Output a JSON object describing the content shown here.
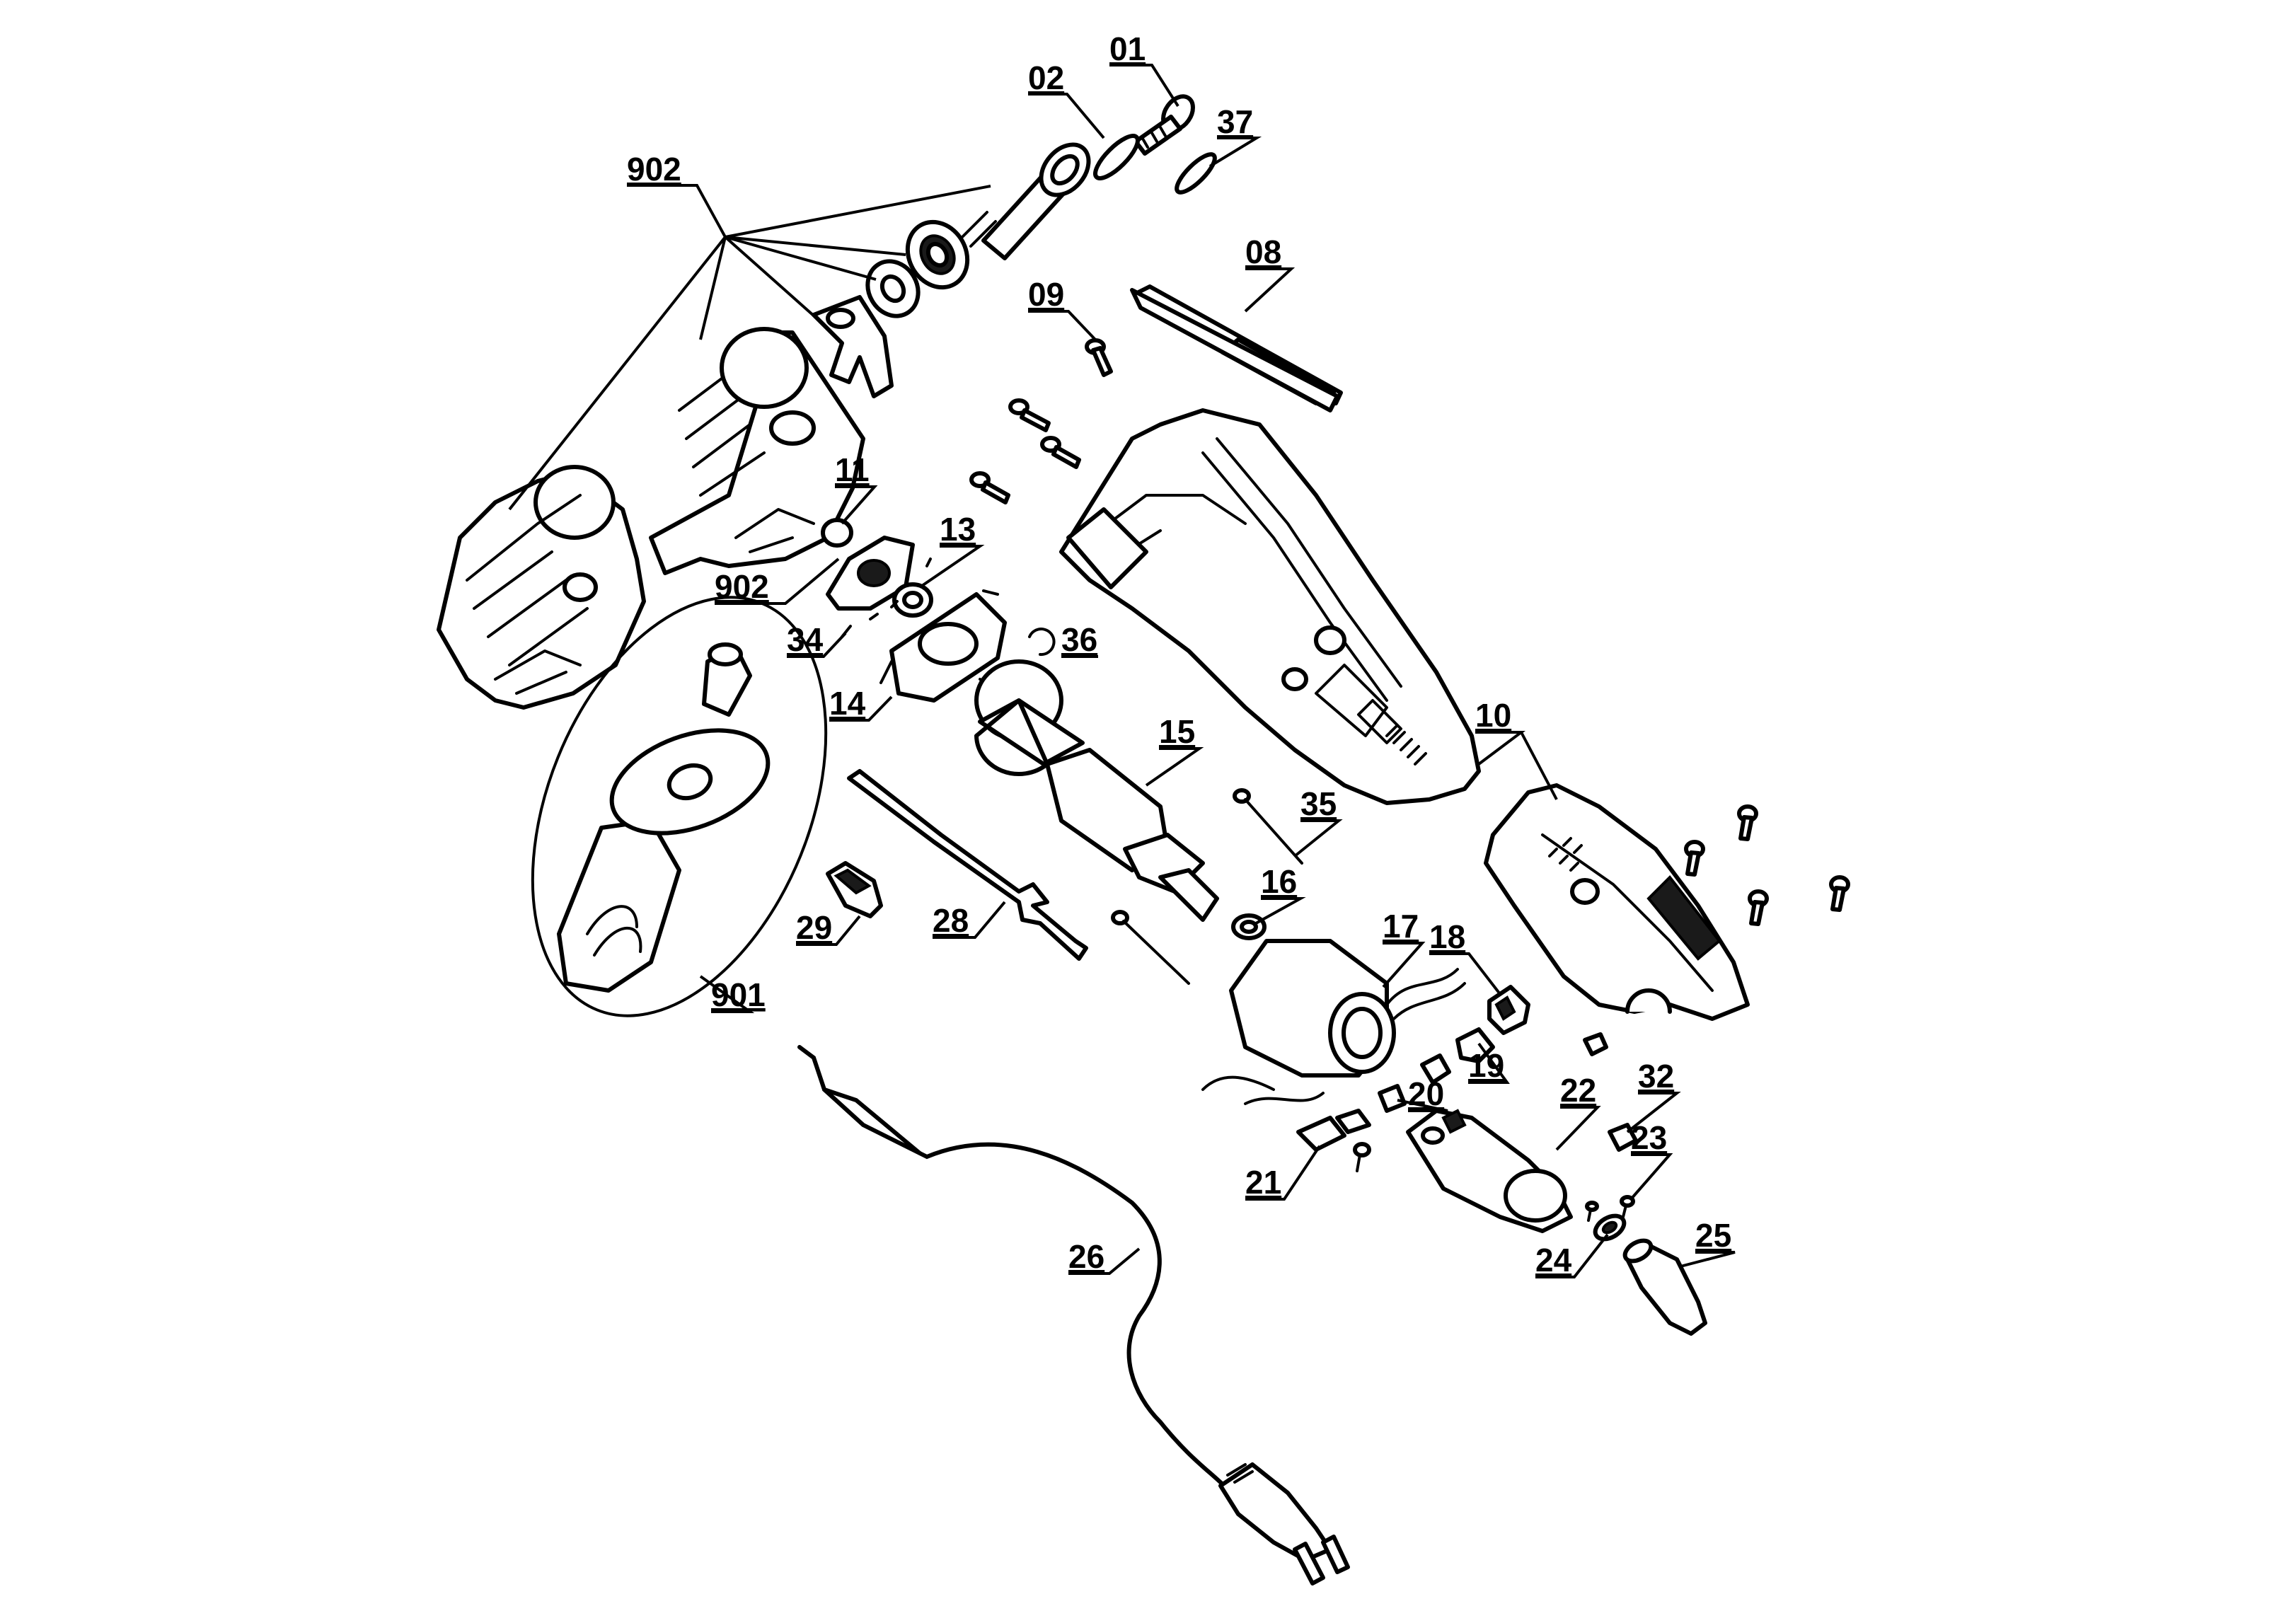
{
  "callouts": {
    "c01": "01",
    "c02": "02",
    "c37": "37",
    "c902a": "902",
    "c08": "08",
    "c09": "09",
    "c11": "11",
    "c13": "13",
    "c902b": "902",
    "c34": "34",
    "c36": "36",
    "c14": "14",
    "c10": "10",
    "c15": "15",
    "c35": "35",
    "c16": "16",
    "c17": "17",
    "c18": "18",
    "c19": "19",
    "c20": "20",
    "c22": "22",
    "c32": "32",
    "c23": "23",
    "c21": "21",
    "c24": "24",
    "c25": "25",
    "c29": "29",
    "c28": "28",
    "c901": "901",
    "c26": "26"
  }
}
